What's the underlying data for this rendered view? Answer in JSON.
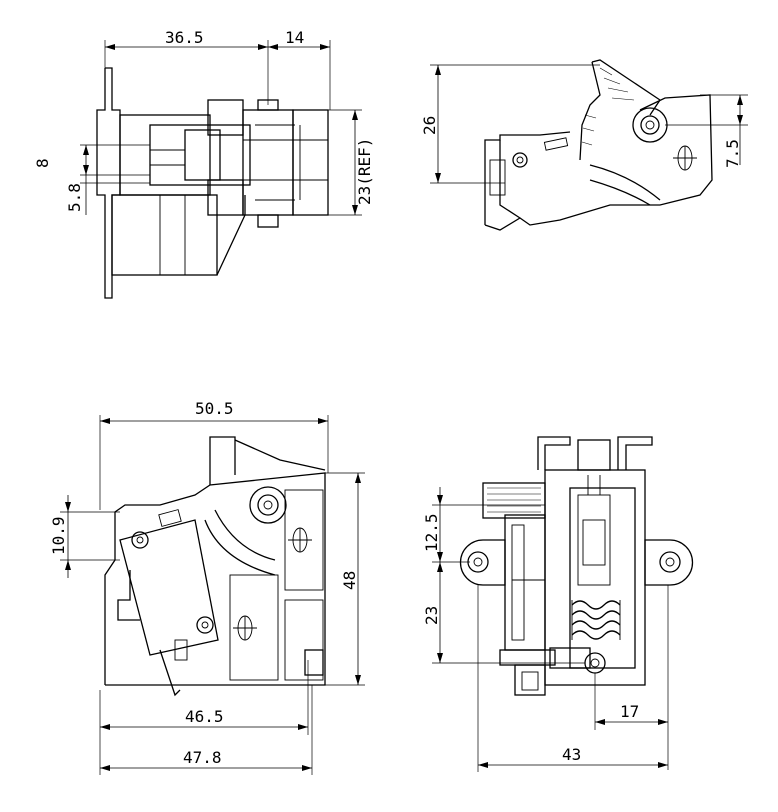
{
  "views": {
    "side": {
      "width_dim": "36.5",
      "depth_dim": "14",
      "offset_dim": "8",
      "small_dim": "5.8",
      "height_ref_dim": "23(REF)"
    },
    "actuated": {
      "height_dim": "26",
      "pivot_dim": "7.5"
    },
    "front": {
      "width_dim": "50.5",
      "lever_dim": "10.9",
      "height_dim": "48",
      "base_dim": "46.5",
      "overall_dim": "47.8"
    },
    "rear": {
      "upper_dim": "12.5",
      "lower_dim": "23",
      "hole_dim": "17",
      "width_dim": "43"
    }
  }
}
